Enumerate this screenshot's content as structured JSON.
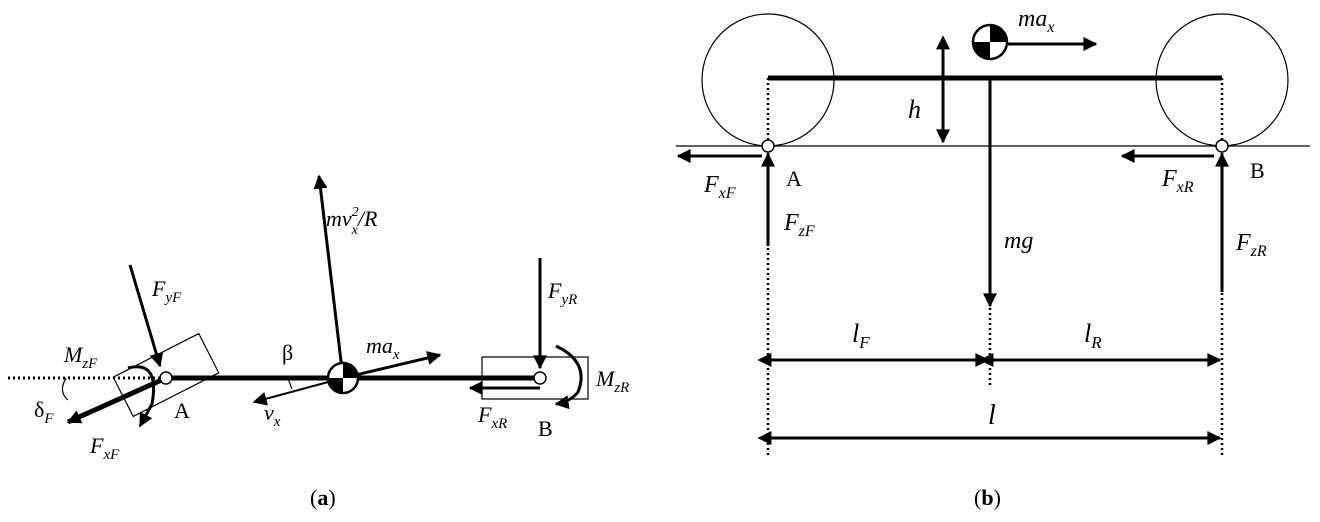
{
  "panel_a": {
    "caption": "a",
    "labels": {
      "mv_main": "mv",
      "mv_sup": "2",
      "mv_sub": "x",
      "mv_tail": "/R",
      "fyf_main": "F",
      "fyf_sub": "yF",
      "mzf_main": "M",
      "mzf_sub": "zF",
      "deltaf_main": "δ",
      "deltaf_sub": "F",
      "fxf_main": "F",
      "fxf_sub": "xF",
      "point_a": "A",
      "beta": "β",
      "vx_main": "v",
      "vx_sub": "x",
      "max_main": "ma",
      "max_sub": "x",
      "fyr_main": "F",
      "fyr_sub": "yR",
      "mzr_main": "M",
      "mzr_sub": "zR",
      "fxr_main": "F",
      "fxr_sub": "xR",
      "point_b": "B"
    }
  },
  "panel_b": {
    "caption": "b",
    "labels": {
      "max_main": "ma",
      "max_sub": "x",
      "h": "h",
      "fxf_main": "F",
      "fxf_sub": "xF",
      "point_a": "A",
      "fzf_main": "F",
      "fzf_sub": "zF",
      "mg": "mg",
      "fxr_main": "F",
      "fxr_sub": "xR",
      "point_b": "B",
      "fzr_main": "F",
      "fzr_sub": "zR",
      "lf_main": "l",
      "lf_sub": "F",
      "lr_main": "l",
      "lr_sub": "R",
      "l": "l"
    }
  }
}
